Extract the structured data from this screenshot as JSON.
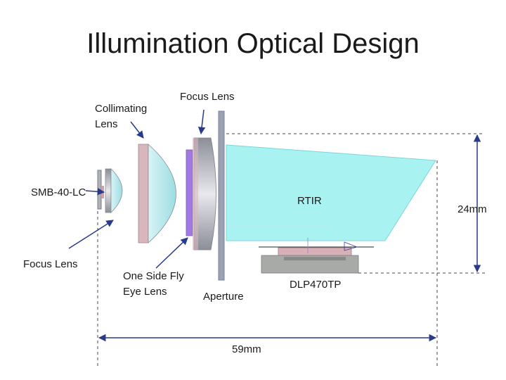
{
  "title": "Illumination Optical Design",
  "labels": {
    "collimating_lens_line1": "Collimating",
    "collimating_lens_line2": "Lens",
    "focus_lens_top": "Focus Lens",
    "smb": "SMB-40-LC",
    "focus_lens_left": "Focus Lens",
    "fly_eye_line1": "One Side Fly",
    "fly_eye_line2": "Eye Lens",
    "aperture": "Aperture",
    "rtir": "RTIR",
    "dlp": "DLP470TP",
    "height_dim": "24mm",
    "width_dim": "59mm"
  },
  "colors": {
    "prism": "#a8f2f2",
    "lens_body": "#c4ecee",
    "lens_edge": "#c9a0a8",
    "fly_eye": "#a07ae0",
    "aperture": "#9aa2b4",
    "dlp": "#a8aaa8",
    "dlp_top": "#d8b0b8",
    "pointer": "#2a3a8a"
  }
}
